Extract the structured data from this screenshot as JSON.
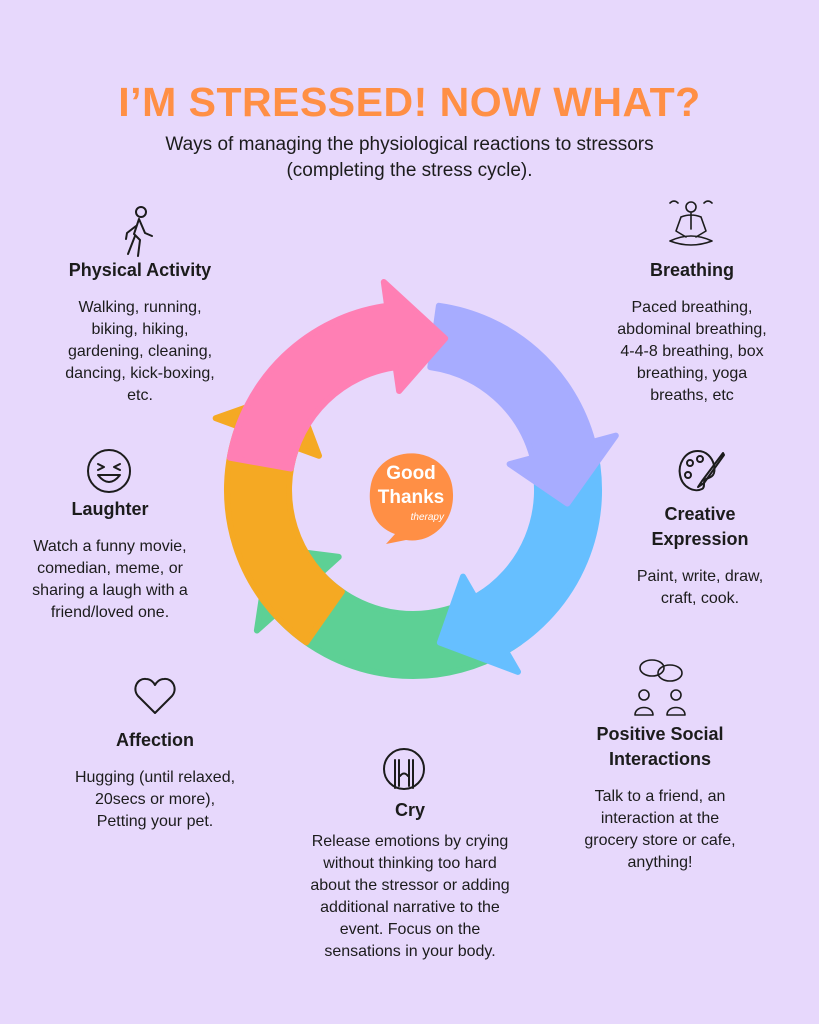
{
  "header": {
    "title": "I’M STRESSED! NOW WHAT?",
    "subtitle_line1": "Ways of managing the physiological reactions to stressors",
    "subtitle_line2": "(completing the stress cycle)."
  },
  "logo": {
    "line1": "Good",
    "line2": "Thanks",
    "line3": "therapy",
    "color": "#ff8f45"
  },
  "cycle_colors": [
    "#ff7fb4",
    "#a7acff",
    "#66bfff",
    "#5dd095",
    "#f5a923"
  ],
  "sections": {
    "physical": {
      "title": "Physical Activity",
      "text": [
        "Walking, running,",
        "biking, hiking,",
        "gardening, cleaning,",
        "dancing, kick-boxing,",
        "etc."
      ],
      "icon": "walking-person-icon"
    },
    "breathing": {
      "title": "Breathing",
      "text": [
        "Paced breathing,",
        "abdominal breathing,",
        "4-4-8 breathing, box",
        "breathing, yoga",
        "breaths, etc"
      ],
      "icon": "meditation-icon"
    },
    "laughter": {
      "title": "Laughter",
      "text": [
        "Watch a funny movie,",
        "comedian, meme, or",
        "sharing a laugh with a",
        "friend/loved one."
      ],
      "icon": "laughing-face-icon"
    },
    "creative": {
      "title": [
        "Creative",
        "Expression"
      ],
      "text": [
        "Paint, write, draw,",
        "craft, cook."
      ],
      "icon": "palette-icon"
    },
    "affection": {
      "title": "Affection",
      "text": [
        "Hugging (until relaxed,",
        "20secs or more),",
        "Petting your pet."
      ],
      "icon": "heart-icon"
    },
    "social": {
      "title": [
        "Positive Social",
        "Interactions"
      ],
      "text": [
        "Talk to a friend, an",
        "interaction at the",
        "grocery store or cafe,",
        "anything!"
      ],
      "icon": "chat-people-icon"
    },
    "cry": {
      "title": "Cry",
      "text": [
        "Release emotions by crying",
        "without thinking too hard",
        "about the stressor or adding",
        "additional narrative to the",
        "event. Focus on the",
        "sensations in your body."
      ],
      "icon": "crying-face-icon"
    }
  }
}
